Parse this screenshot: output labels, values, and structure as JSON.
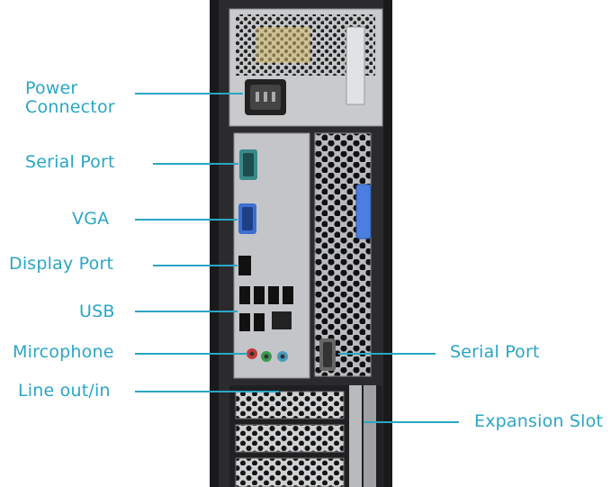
{
  "labels": {
    "power_connector": [
      "Power",
      "Connector"
    ],
    "serial_port_left": "Serial Port",
    "vga": "VGA",
    "display_port": "Display Port",
    "usb": "USB",
    "microphone": "Mircophone",
    "line_out_in": "Line out/in",
    "serial_port_right": "Serial Port",
    "expansion_slot": "Expansion Slot"
  },
  "colors": {
    "label": "#2aa6c4",
    "case_dark": "#1a1a1c",
    "panel": "#c9cbce",
    "vga_blue": "#3c6fd0",
    "latch_blue": "#4a7fe0",
    "mic_red": "#c43a3a",
    "audio_green": "#3a9a4c"
  }
}
